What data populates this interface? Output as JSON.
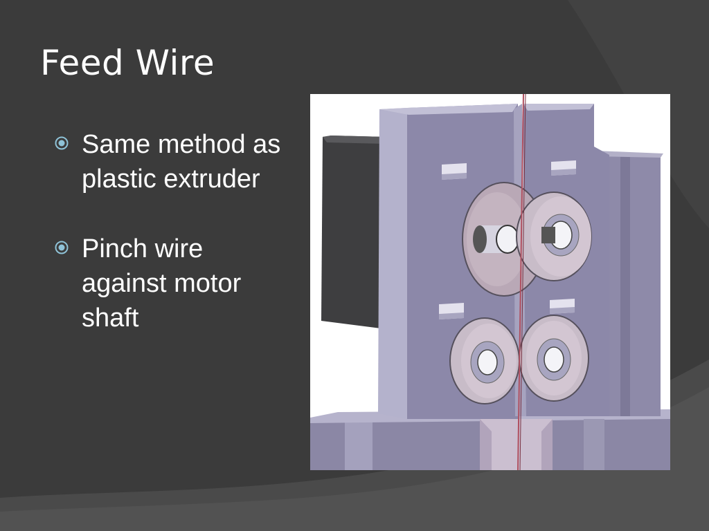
{
  "slide": {
    "title": "Feed Wire",
    "bullets": [
      {
        "text": "Same method as plastic extruder",
        "marker_icon": "circled-dot-bullet-icon"
      },
      {
        "text": "Pinch wire against motor shaft",
        "marker_icon": "circled-dot-bullet-icon"
      }
    ],
    "figure": {
      "icon": "cad-wire-feeder-render"
    }
  },
  "colors": {
    "background": "#3b3b3b",
    "title_text": "#ffffff",
    "bullet_text": "#ffffff",
    "bullet_marker": "#8fc3d8",
    "part_lavender": "#8e8aa8",
    "wire": "#b05060"
  }
}
